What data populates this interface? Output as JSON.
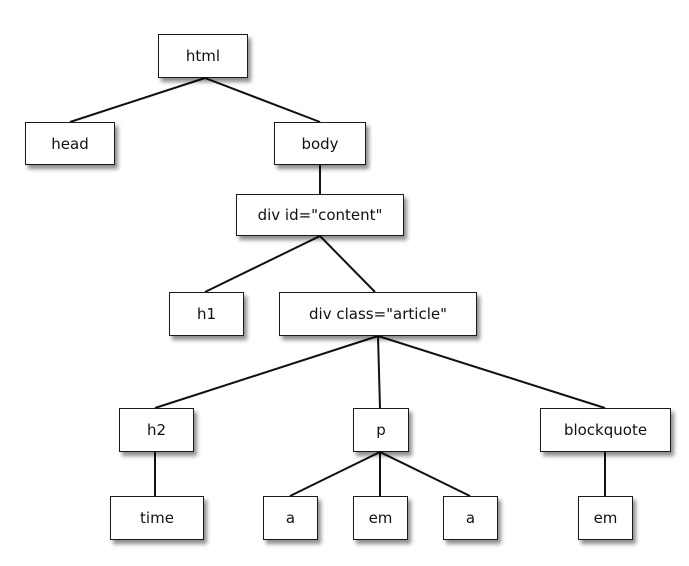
{
  "diagram": {
    "nodes": [
      {
        "id": "html",
        "label": "html"
      },
      {
        "id": "head",
        "label": "head"
      },
      {
        "id": "body",
        "label": "body"
      },
      {
        "id": "div-content",
        "label": "div id=\"content\""
      },
      {
        "id": "h1",
        "label": "h1"
      },
      {
        "id": "div-article",
        "label": "div class=\"article\""
      },
      {
        "id": "h2",
        "label": "h2"
      },
      {
        "id": "p",
        "label": "p"
      },
      {
        "id": "blockquote",
        "label": "blockquote"
      },
      {
        "id": "time",
        "label": "time"
      },
      {
        "id": "a-1",
        "label": "a"
      },
      {
        "id": "em-1",
        "label": "em"
      },
      {
        "id": "a-2",
        "label": "a"
      },
      {
        "id": "em-2",
        "label": "em"
      }
    ],
    "edges": [
      [
        "html",
        "head"
      ],
      [
        "html",
        "body"
      ],
      [
        "body",
        "div-content"
      ],
      [
        "div-content",
        "h1"
      ],
      [
        "div-content",
        "div-article"
      ],
      [
        "div-article",
        "h2"
      ],
      [
        "div-article",
        "p"
      ],
      [
        "div-article",
        "blockquote"
      ],
      [
        "h2",
        "time"
      ],
      [
        "p",
        "a-1"
      ],
      [
        "p",
        "em-1"
      ],
      [
        "p",
        "a-2"
      ],
      [
        "blockquote",
        "em-2"
      ]
    ]
  }
}
